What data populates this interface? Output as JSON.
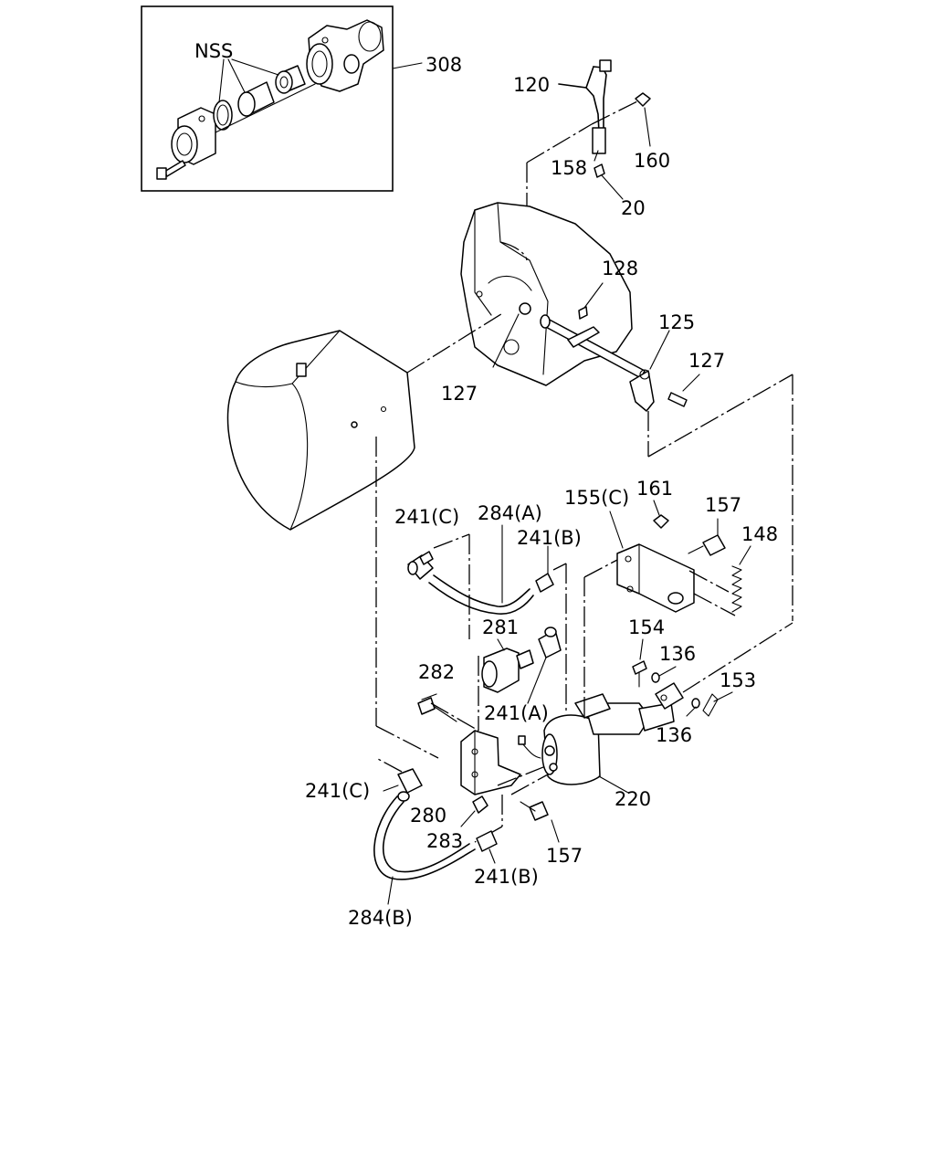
{
  "inset": {
    "label": "308",
    "nss_label": "NSS"
  },
  "labels": {
    "l120": "120",
    "l160": "160",
    "l158": "158",
    "l20": "20",
    "l128": "128",
    "l125": "125",
    "l127a": "127",
    "l127b": "127",
    "l241c_top": "241(C)",
    "l284a": "284(A)",
    "l241b_top": "241(B)",
    "l155c": "155(C)",
    "l161": "161",
    "l157_top": "157",
    "l148": "148",
    "l281": "281",
    "l154": "154",
    "l136a": "136",
    "l153": "153",
    "l282": "282",
    "l241a": "241(A)",
    "l136b": "136",
    "l241c_bot": "241(C)",
    "l280": "280",
    "l220": "220",
    "l283": "283",
    "l157_bot": "157",
    "l241b_bot": "241(B)",
    "l284b": "284(B)"
  }
}
